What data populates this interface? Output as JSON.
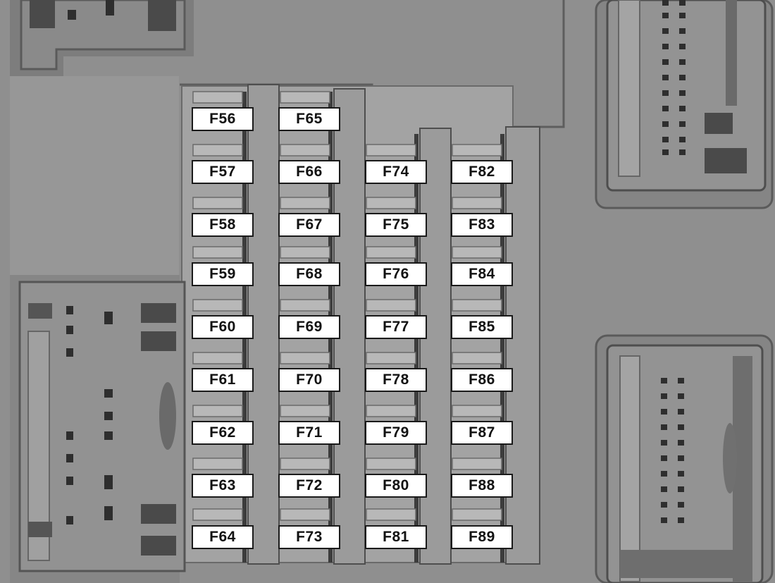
{
  "fuse_box": {
    "colors": {
      "housing": "#8f8f8f",
      "label_background": "#ffffff",
      "label_border": "#1a1a1a",
      "label_text": "#111111"
    },
    "columns": [
      {
        "labels": [
          "F56",
          "F57",
          "F58",
          "F59",
          "F60",
          "F61",
          "F62",
          "F63",
          "F64"
        ]
      },
      {
        "labels": [
          "F65",
          "F66",
          "F67",
          "F68",
          "F69",
          "F70",
          "F71",
          "F72",
          "F73"
        ]
      },
      {
        "labels": [
          "F74",
          "F75",
          "F76",
          "F77",
          "F78",
          "F79",
          "F80",
          "F81"
        ]
      },
      {
        "labels": [
          "F82",
          "F83",
          "F84",
          "F85",
          "F86",
          "F87",
          "F88",
          "F89"
        ]
      }
    ]
  }
}
